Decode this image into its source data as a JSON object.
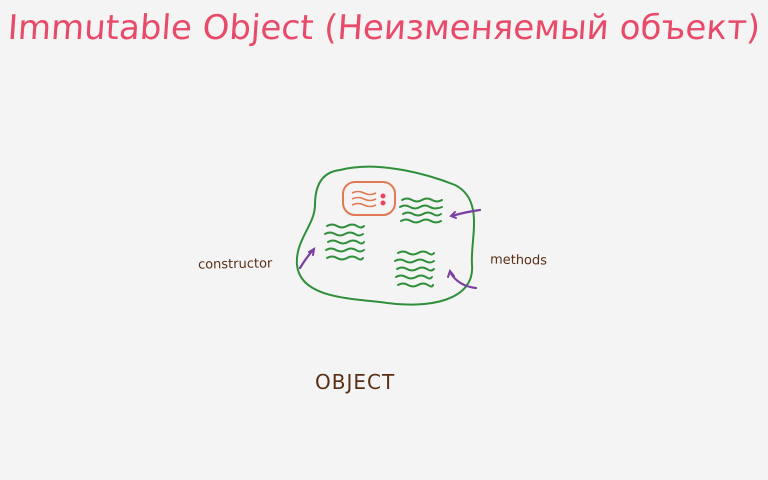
{
  "title": "Immutable Object (Неизменяемый объект)",
  "labels": {
    "constructor": "constructor",
    "methods": "methods",
    "object": "OBJECT"
  },
  "colors": {
    "background": "#f4f4f4",
    "title": "#e84a6a",
    "object_outline": "#2f8f3a",
    "code_lines": "#2f8f3a",
    "state_box": "#e07a55",
    "state_dots": "#e8435f",
    "arrows": "#7a3fa0",
    "label_text": "#5a2e15"
  }
}
